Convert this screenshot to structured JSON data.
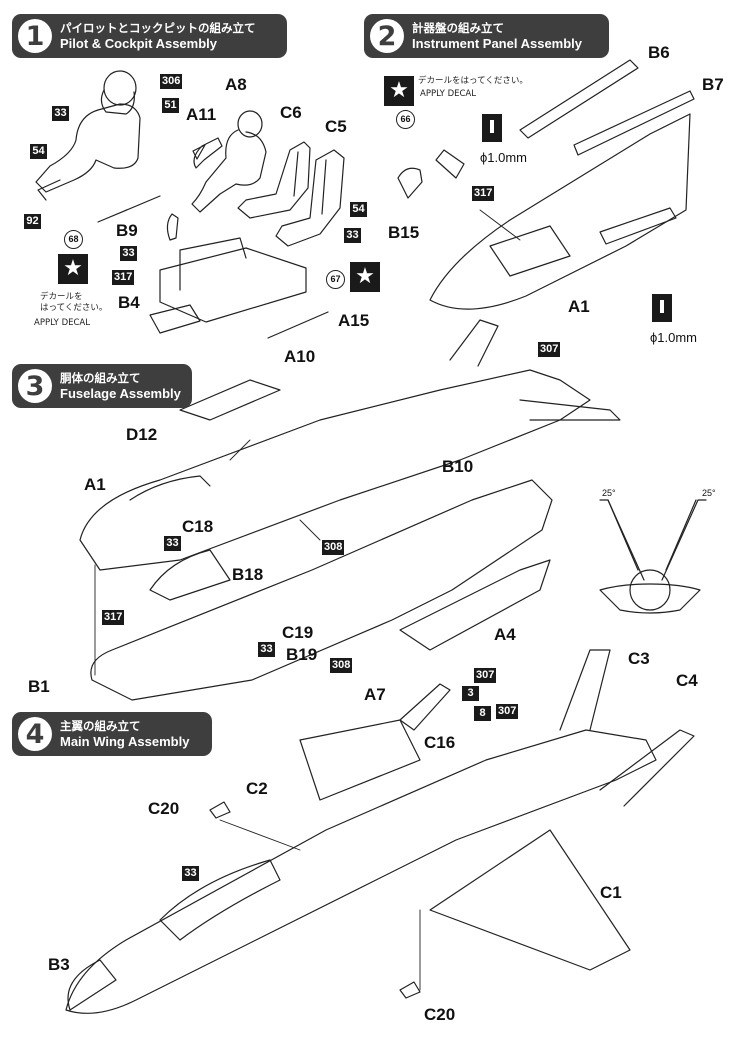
{
  "steps": [
    {
      "num": "1",
      "jp": "パイロットとコックピットの組み立て",
      "en": "Pilot & Cockpit Assembly"
    },
    {
      "num": "2",
      "jp": "計器盤の組み立て",
      "en": "Instrument Panel Assembly"
    },
    {
      "num": "3",
      "jp": "胴体の組み立て",
      "en": "Fuselage Assembly"
    },
    {
      "num": "4",
      "jp": "主翼の組み立て",
      "en": "Main Wing Assembly"
    }
  ],
  "decal_notes": {
    "step1_jp": "デカールを\nはってください。",
    "step1_en": "APPLY DECAL",
    "step2_jp": "デカールをはってください。",
    "step2_en": "APPLY DECAL"
  },
  "drill_size": "ϕ1.0mm",
  "angle": "25°",
  "part_labels": {
    "A8": "A8",
    "A11": "A11",
    "C6": "C6",
    "C5": "C5",
    "B9": "B9",
    "B4": "B4",
    "A15": "A15",
    "B6": "B6",
    "B7": "B7",
    "B15": "B15",
    "A1": "A1",
    "A10": "A10",
    "D12": "D12",
    "B10": "B10",
    "C18": "C18",
    "B18": "B18",
    "C19": "C19",
    "B19": "B19",
    "A4": "A4",
    "B1": "B1",
    "C3": "C3",
    "C4": "C4",
    "A7": "A7",
    "C16": "C16",
    "C2": "C2",
    "C20": "C20",
    "C1": "C1",
    "B3": "B3"
  },
  "color_codes": {
    "c306": "306",
    "c33": "33",
    "c51": "51",
    "c54": "54",
    "c92": "92",
    "c317": "317",
    "c307": "307",
    "c308": "308",
    "c3": "3",
    "c8": "8"
  },
  "decal_numbers": {
    "d68": "68",
    "d67": "67",
    "d66": "66"
  },
  "colors": {
    "banner": "#3e3e3e",
    "ink": "#1a1a1a",
    "paper": "#ffffff"
  }
}
